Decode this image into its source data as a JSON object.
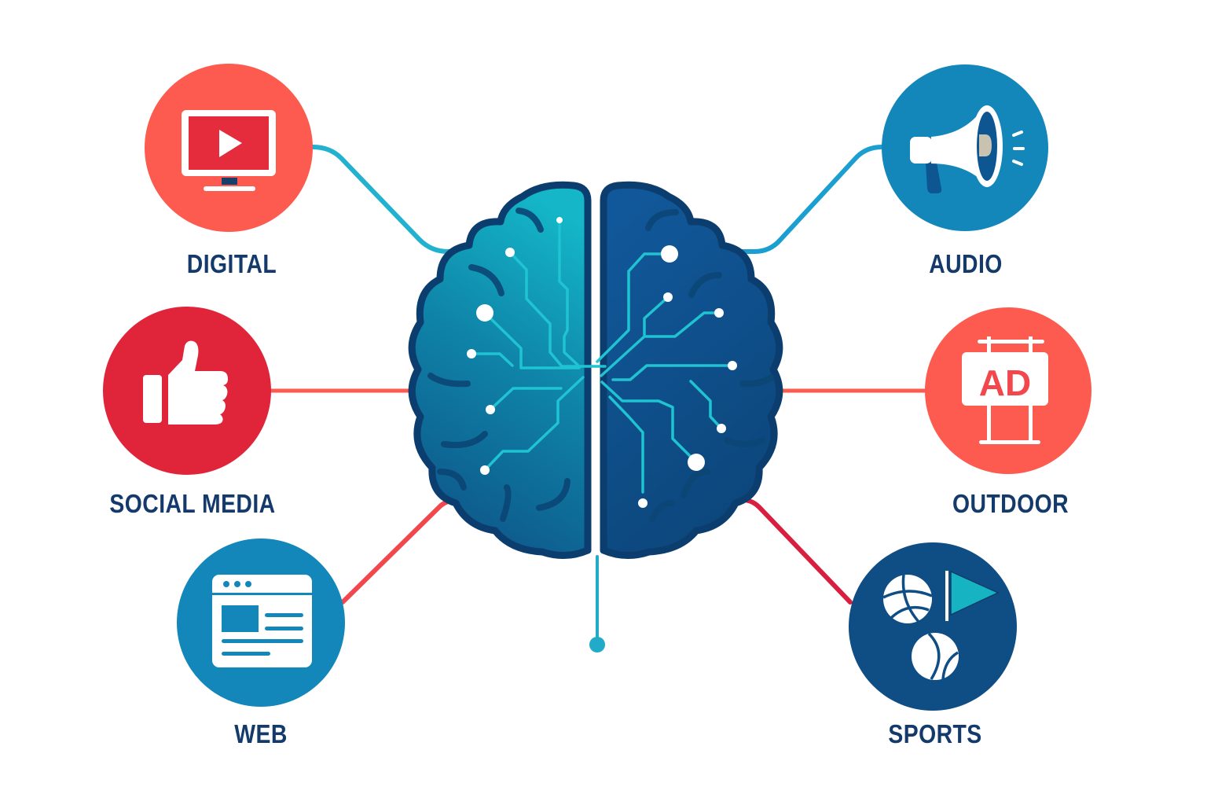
{
  "diagram": {
    "title": "",
    "center": {
      "name": "brain",
      "icon": "brain-circuit-icon"
    },
    "colors": {
      "navy_text": "#143a6b",
      "coral": "#fd5b4f",
      "red": "#e0253a",
      "cyan_line": "#22b1cf",
      "blue_line": "#1b9fd0",
      "blue_node": "#1487ba",
      "navy_node": "#0f4d85",
      "brain_left_top": "#12b0c4",
      "brain_left_bottom": "#0e5f90",
      "brain_right": "#0f4d85",
      "brain_outline": "#0b3e6e"
    },
    "nodes": [
      {
        "id": "digital",
        "label": "DIGITAL",
        "icon": "tv-play-icon",
        "color": "#fd5b4f",
        "connector_color": "#22b1cf",
        "side": "left",
        "position": "top"
      },
      {
        "id": "social_media",
        "label": "SOCIAL MEDIA",
        "icon": "thumbs-up-icon",
        "color": "#e0253a",
        "connector_color": "#fd5b4f",
        "side": "left",
        "position": "middle"
      },
      {
        "id": "web",
        "label": "WEB",
        "icon": "browser-window-icon",
        "color": "#1487ba",
        "connector_color": "#f2474d",
        "side": "left",
        "position": "bottom"
      },
      {
        "id": "audio",
        "label": "AUDIO",
        "icon": "megaphone-icon",
        "color": "#1487ba",
        "connector_color": "#1b9fd0",
        "side": "right",
        "position": "top"
      },
      {
        "id": "outdoor",
        "label": "OUTDOOR",
        "icon": "billboard-ad-icon",
        "color": "#fd5b4f",
        "connector_color": "#fd5b4f",
        "side": "right",
        "position": "middle",
        "icon_text": "AD"
      },
      {
        "id": "sports",
        "label": "SPORTS",
        "icon": "sports-balls-flag-icon",
        "color": "#0f4d85",
        "connector_color": "#d81f3f",
        "side": "right",
        "position": "bottom"
      }
    ],
    "bottom_connector": {
      "icon": "pin-dot-icon",
      "color": "#22aac9"
    }
  }
}
